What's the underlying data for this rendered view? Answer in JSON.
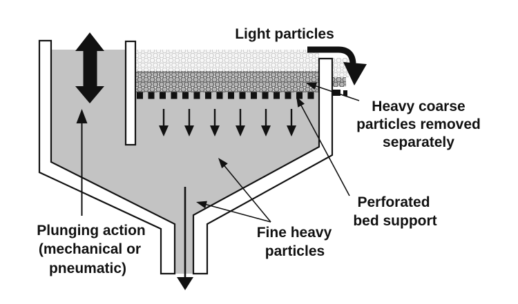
{
  "labels": {
    "light_particles": "Light particles",
    "heavy_coarse_line1": "Heavy coarse",
    "heavy_coarse_line2": "particles removed",
    "heavy_coarse_line3": "separately",
    "perforated_line1": "Perforated",
    "perforated_line2": "bed support",
    "fine_heavy_line1": "Fine heavy",
    "fine_heavy_line2": "particles",
    "plunging_line1": "Plunging action",
    "plunging_line2": "(mechanical or",
    "plunging_line3": "pneumatic)"
  },
  "colors": {
    "background": "#ffffff",
    "slurry_gray": "#c3c3c3",
    "ink": "#111111",
    "light_bed_circle": "#c9c9c9",
    "coarse_bed_circle": "#b5b5b5"
  }
}
